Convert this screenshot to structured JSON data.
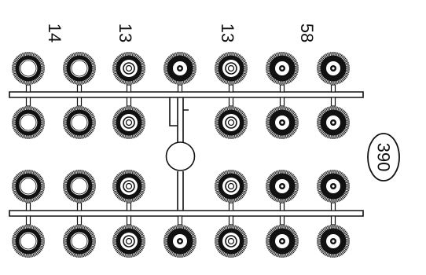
{
  "labels": {
    "col1": "14",
    "col3": "13",
    "col5": "13",
    "col6": "58"
  },
  "badge": "390",
  "colors": {
    "ink": "#111111",
    "paper": "#ffffff"
  },
  "wheel_types": [
    "plain",
    "plain",
    "hub-small",
    "hub-dark",
    "hub-small",
    "hub-dark",
    "hub-dark",
    "plain",
    "plain",
    "hub-small",
    "none",
    "hub-small",
    "hub-dark",
    "hub-dark",
    "plain",
    "plain",
    "hub-small",
    "none",
    "hub-small",
    "hub-dark",
    "hub-dark",
    "plain",
    "plain",
    "hub-small",
    "hub-dark",
    "hub-small",
    "hub-dark",
    "hub-dark"
  ]
}
